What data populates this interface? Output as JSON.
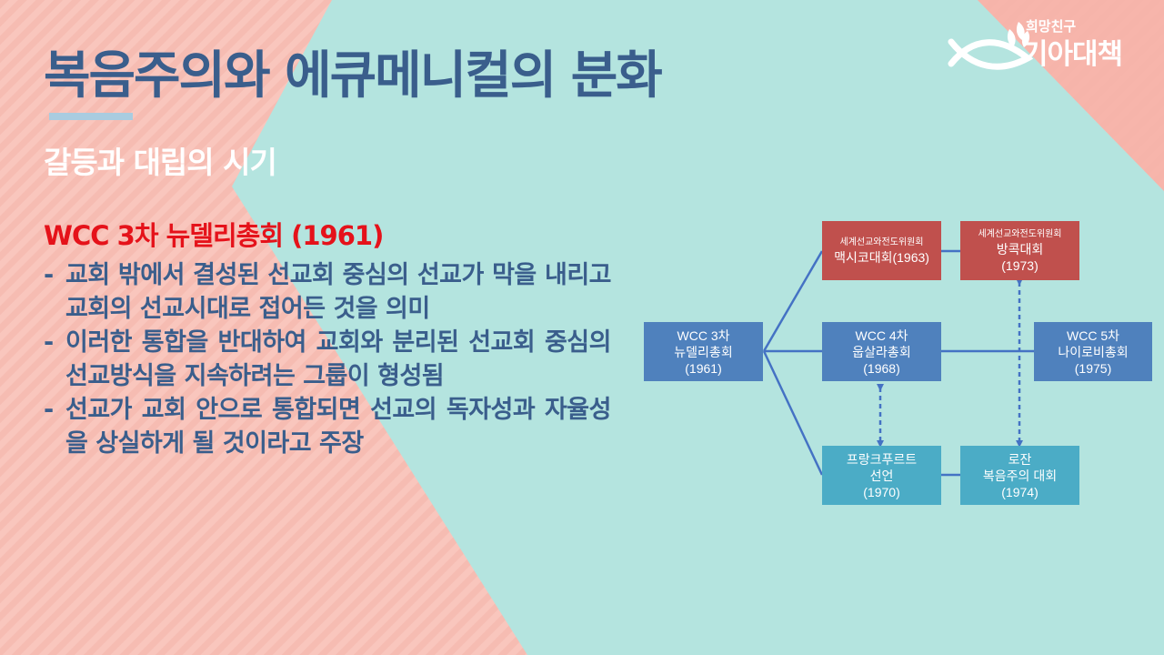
{
  "slide": {
    "title": "복음주의와 에큐메니컬의 분화",
    "subtitle": "갈등과 대립의 시기"
  },
  "logo": {
    "small_text": "희망친구",
    "big_text": "기아대책"
  },
  "content": {
    "heading": "WCC 3차 뉴델리총회 (1961)",
    "bullets": [
      "교회 밖에서 결성된 선교회 중심의 선교가 막을 내리고 교회의 선교시대로 접어든 것을 의미",
      "이러한 통합을 반대하여 교회와 분리된 선교회 중심의 선교방식을 지속하려는 그룹이 형성됨",
      "선교가 교회 안으로 통합되면 선교의 독자성과 자율성을 상실하게 될 것이라고 주장"
    ],
    "bullet_marker": "-"
  },
  "diagram": {
    "nodes": {
      "newdelhi": {
        "lines": [
          "WCC 3차",
          "뉴델리총회",
          "(1961)"
        ]
      },
      "mexico": {
        "small": "세계선교와전도위원회",
        "lines": [
          "맥시코대회(1963)"
        ]
      },
      "bangkok": {
        "small": "세계선교와전도위원회",
        "lines": [
          "방콕대회",
          "(1973)"
        ]
      },
      "uppsala": {
        "lines": [
          "WCC 4차",
          "웁살라총회",
          "(1968)"
        ]
      },
      "nairobi": {
        "lines": [
          "WCC 5차",
          "나이로비총회",
          "(1975)"
        ]
      },
      "frankfurt": {
        "lines": [
          "프랑크푸르트",
          "선언",
          "(1970)"
        ]
      },
      "lausanne": {
        "lines": [
          "로잔",
          "복음주의 대회",
          "(1974)"
        ]
      }
    },
    "colors": {
      "red": "#C0504D",
      "blue": "#4F81BD",
      "teal": "#4BACC6",
      "connector": "#4472C4"
    }
  },
  "colors": {
    "background_pink": "#F9C6BD",
    "background_teal": "#B4E4DF",
    "title": "#3A5E8C",
    "heading_red": "#E5121A"
  }
}
